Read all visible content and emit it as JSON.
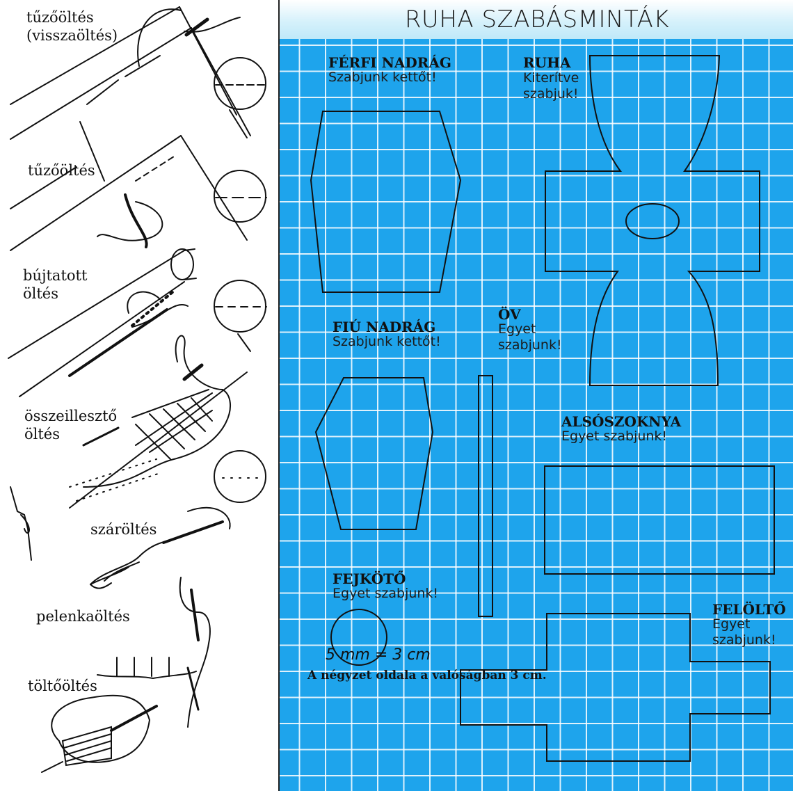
{
  "stitches": [
    {
      "label": "tűzőöltés\n(visszaöltés)"
    },
    {
      "label": "tűzőöltés"
    },
    {
      "label": "bújtatott\nöltés"
    },
    {
      "label": "összeillesztő\nöltés"
    },
    {
      "label": "száröltés"
    },
    {
      "label": "pelenkaöltés"
    },
    {
      "label": "töltőöltés"
    }
  ],
  "panel": {
    "title": "RUHA SZABÁSMINTÁK",
    "grid_color": "#1ea4ec",
    "patterns": {
      "ferfi": {
        "title": "FÉRFI NADRÁG",
        "note": "Szabjunk kettőt!"
      },
      "ruha": {
        "title": "RUHA",
        "note": "Kiterítve\nszabjuk!"
      },
      "fiu": {
        "title": "FIÚ NADRÁG",
        "note": "Szabjunk kettőt!"
      },
      "ov": {
        "title": "ÖV",
        "note": "Egyet\nszabjunk!"
      },
      "also": {
        "title": "ALSÓSZOKNYA",
        "note": "Egyet szabjunk!"
      },
      "fejkoto": {
        "title": "FEJKÖTŐ",
        "note": "Egyet szabjunk!"
      },
      "felolto": {
        "title": "FELÖLTŐ",
        "note": "Egyet\nszabjunk!"
      }
    },
    "scale": "5 mm = 3 cm",
    "caption": "A négyzet oldala a valóságban 3 cm."
  }
}
